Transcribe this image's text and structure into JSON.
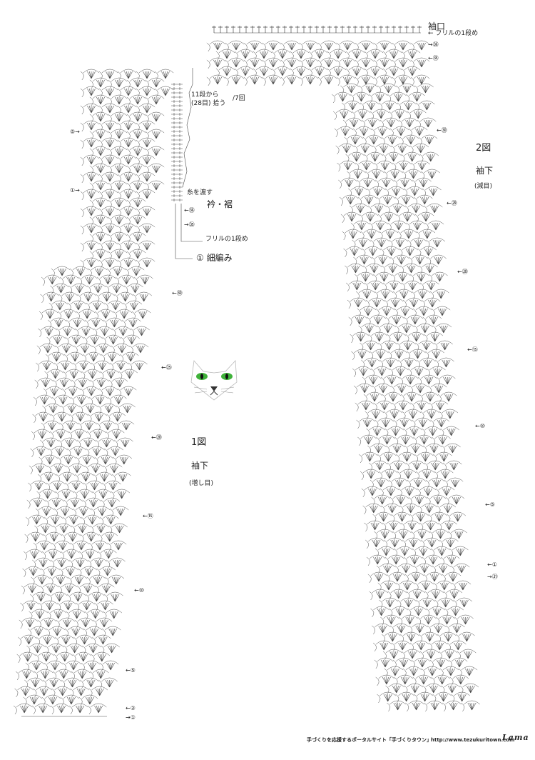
{
  "diagram1": {
    "number": "1図",
    "title": "袖下",
    "note": "(増し目)",
    "row_markers": [
      "②",
      "①",
      "⑤",
      "⑩",
      "⑮",
      "⑳",
      "㉕",
      "㉚",
      "①",
      "⑤"
    ]
  },
  "diagram2": {
    "number": "2図",
    "title": "袖下",
    "note": "(減目)",
    "cuff_label": "袖口",
    "frill_first_row": "フリルの1段め",
    "row_markers": [
      "㊱",
      "㉟",
      "㉚",
      "㉙",
      "⑳",
      "⑮",
      "⑩",
      "⑤",
      "①",
      "㉛"
    ]
  },
  "edging": {
    "pickup_from": "11段から",
    "pickup_stitches": "(28目) 拾う",
    "repeat": "7回",
    "pass_yarn": "糸を渡す",
    "collar_hem": "衿・裾",
    "row36": "㊱",
    "row35": "㉟",
    "frill_first_row": "フリルの1段め",
    "sc_number": "①",
    "sc_label": "細編み"
  },
  "footer": {
    "text": "手づくりを応援するポータルサイト「手づくりタウン」",
    "url": "http://www.tezukuritown.com",
    "page_mark": "Lama"
  },
  "colors": {
    "line": "#4a4a4a",
    "cat_eye": "#3fb23a"
  }
}
